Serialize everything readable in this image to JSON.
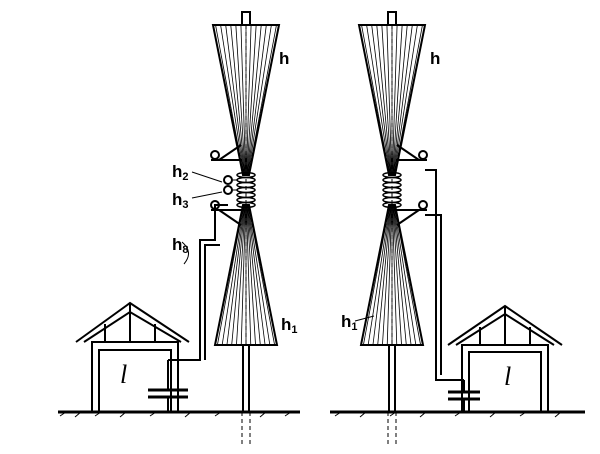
{
  "figure": {
    "left": {
      "top_cone": "h",
      "bottom_cone": "h",
      "bottom_cone_sub": "1",
      "upper_terminal": "h",
      "upper_terminal_sub": "2",
      "lower_terminal": "h",
      "lower_terminal_sub": "3",
      "wire": "h",
      "wire_sub": "8",
      "house": "l"
    },
    "right": {
      "top_cone": "h",
      "bottom_cone": "h",
      "bottom_cone_sub": "1",
      "house": "l"
    }
  },
  "colors": {
    "ink": "#000000",
    "paper": "#ffffff"
  }
}
